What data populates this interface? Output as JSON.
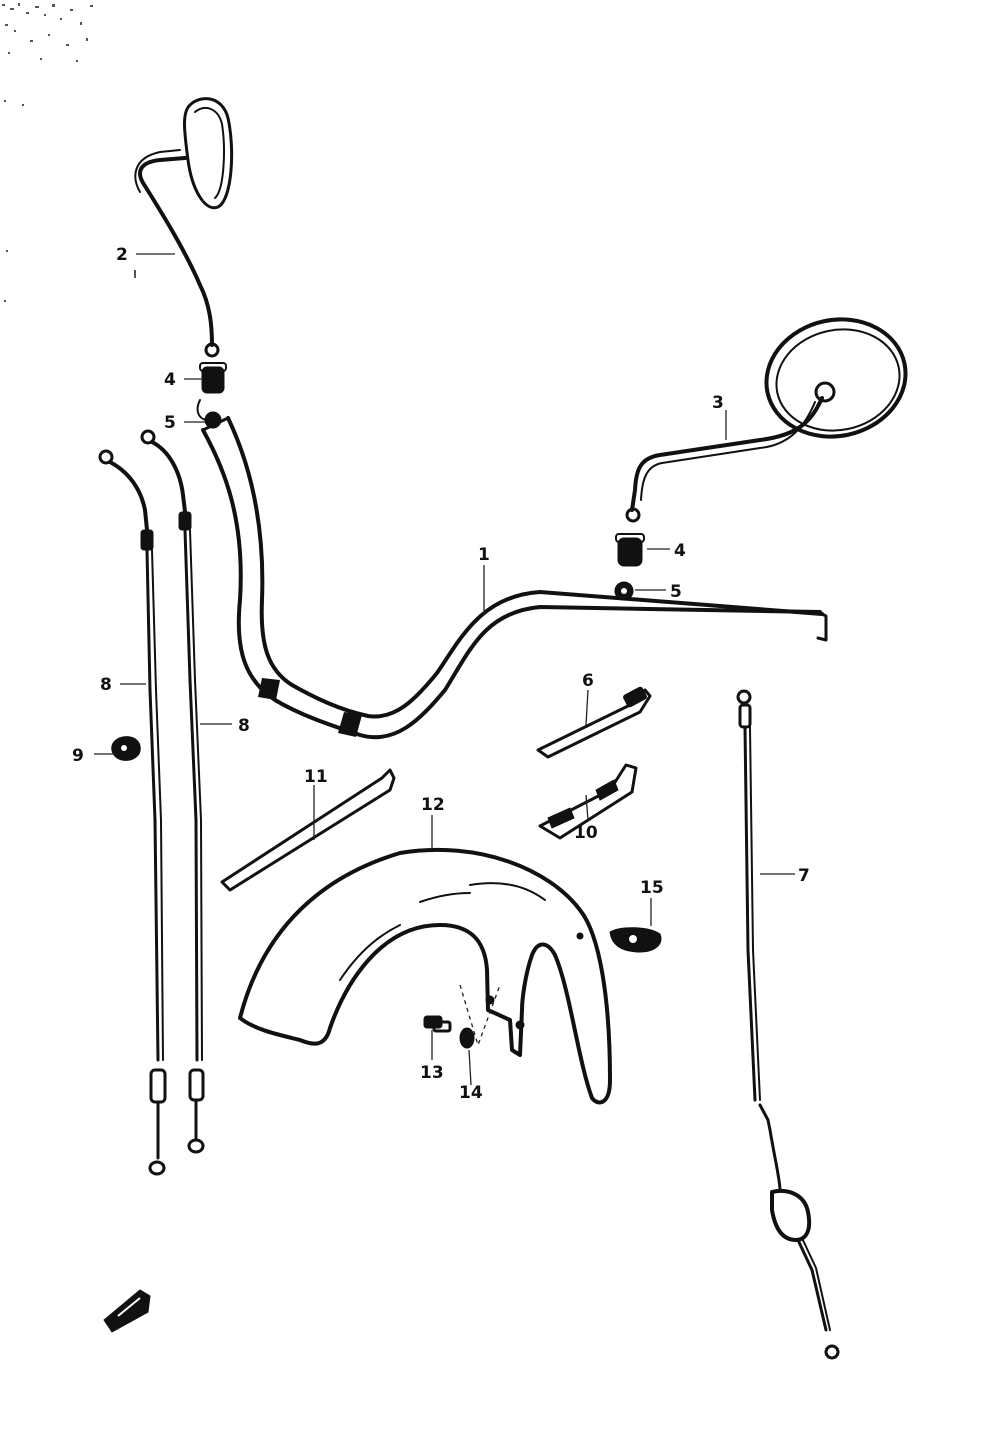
{
  "callouts": {
    "c1": "1",
    "c2": "2",
    "c3": "3",
    "c4a": "4",
    "c4b": "4",
    "c5a": "5",
    "c5b": "5",
    "c6": "6",
    "c7": "7",
    "c8a": "8",
    "c8b": "8",
    "c9": "9",
    "c10": "10",
    "c11": "11",
    "c12": "12",
    "c13": "13",
    "c14": "14",
    "c15": "15"
  },
  "colors": {
    "ink": "#111111",
    "paper": "#ffffff"
  },
  "icons": {
    "front_indicator": "front-arrow-icon"
  }
}
